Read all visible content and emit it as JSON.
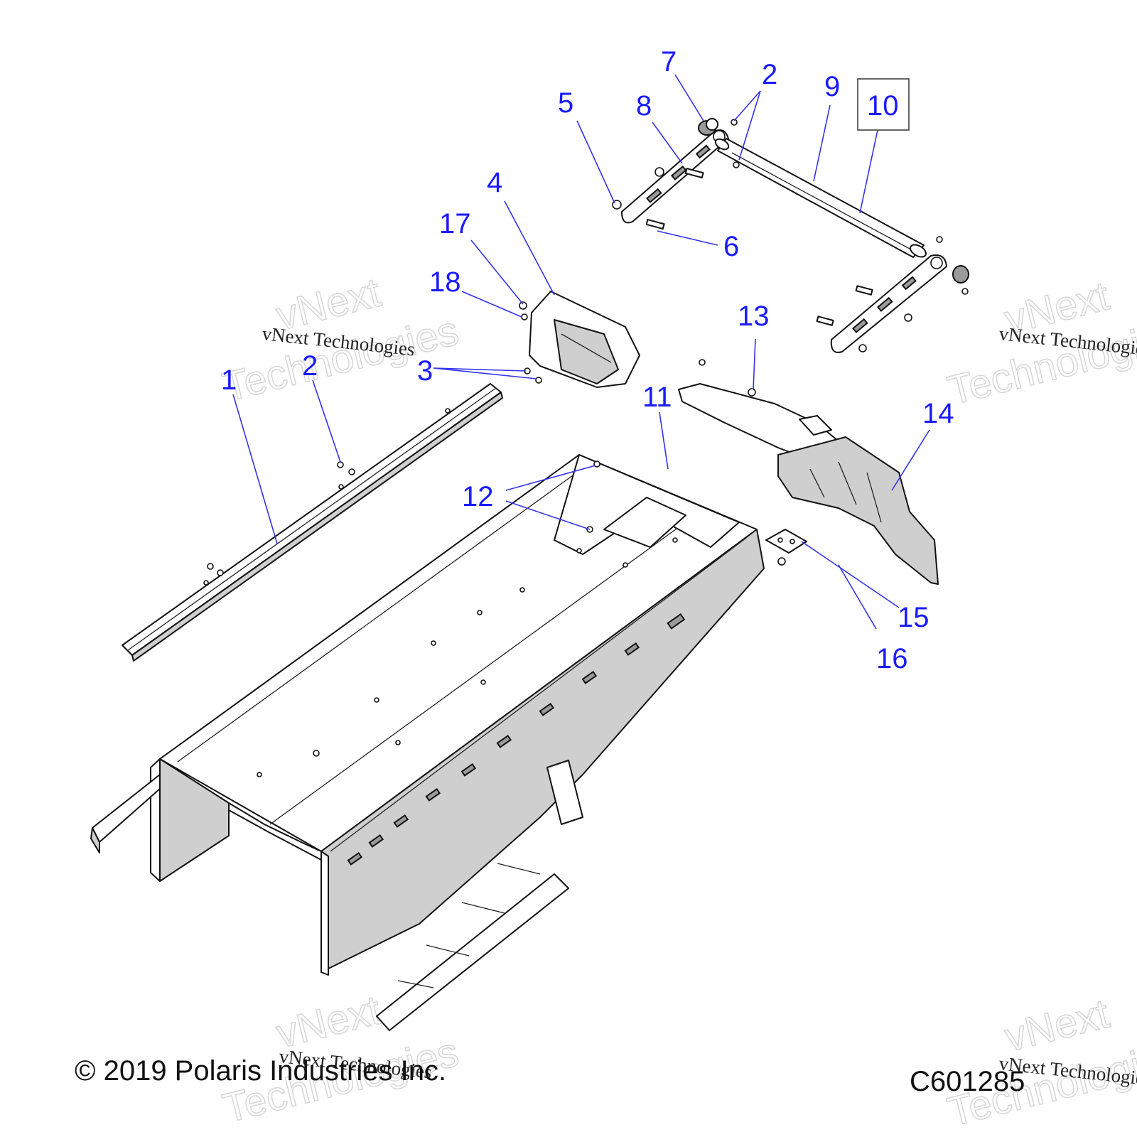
{
  "callouts": [
    {
      "id": "1",
      "label": "1"
    },
    {
      "id": "2a",
      "label": "2"
    },
    {
      "id": "2b",
      "label": "2"
    },
    {
      "id": "3",
      "label": "3"
    },
    {
      "id": "4",
      "label": "4"
    },
    {
      "id": "5",
      "label": "5"
    },
    {
      "id": "6",
      "label": "6"
    },
    {
      "id": "7",
      "label": "7"
    },
    {
      "id": "8",
      "label": "8"
    },
    {
      "id": "9",
      "label": "9"
    },
    {
      "id": "10",
      "label": "10"
    },
    {
      "id": "11",
      "label": "11"
    },
    {
      "id": "12",
      "label": "12"
    },
    {
      "id": "13",
      "label": "13"
    },
    {
      "id": "14",
      "label": "14"
    },
    {
      "id": "15",
      "label": "15"
    },
    {
      "id": "16",
      "label": "16"
    },
    {
      "id": "17",
      "label": "17"
    },
    {
      "id": "18",
      "label": "18"
    }
  ],
  "footer": {
    "copyright": "© 2019 Polaris Industries Inc.",
    "code": "C601285"
  },
  "watermark": {
    "line1": "vNext",
    "line2": "Technologies",
    "small": "vNext Technologies"
  },
  "colors": {
    "callout": "#1a1aff",
    "line": "#111111"
  }
}
